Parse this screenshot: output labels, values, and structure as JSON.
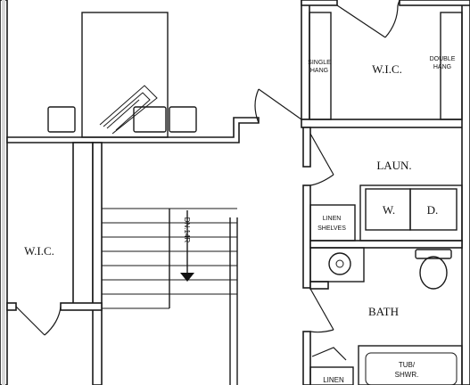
{
  "labels": {
    "wic_top": "W.I.C.",
    "single_hang_1": "SINGLE",
    "single_hang_2": "HANG",
    "double_hang_1": "DOUBLE",
    "double_hang_2": "HANG",
    "laundry": "LAUN.",
    "washer": "W.",
    "dryer": "D.",
    "linen_shelves_1": "LINEN",
    "linen_shelves_2": "SHELVES",
    "wic_left": "W.I.C.",
    "stair": "DN.14R",
    "bath": "BATH",
    "tub_1": "TUB/",
    "tub_2": "SHWR.",
    "linen_bottom": "LINEN"
  }
}
